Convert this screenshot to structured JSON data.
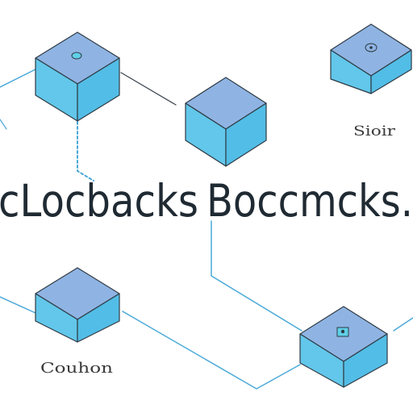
{
  "headline": {
    "left_text": "cLocbacks",
    "right_text": "Boccmcks."
  },
  "labels": {
    "top_right": "Sioir",
    "bottom_left": "Couhon"
  },
  "colors": {
    "cube_top": "#8fb4e3",
    "cube_left": "#62c7ea",
    "cube_right": "#52bde6",
    "outline": "#2f3a44",
    "line_blue": "#4aa9d8",
    "line_dark": "#3d4650",
    "text": "#1f2a33"
  },
  "icons": {
    "cube": "isometric-cube-icon",
    "dot": "circle-dot-icon"
  }
}
